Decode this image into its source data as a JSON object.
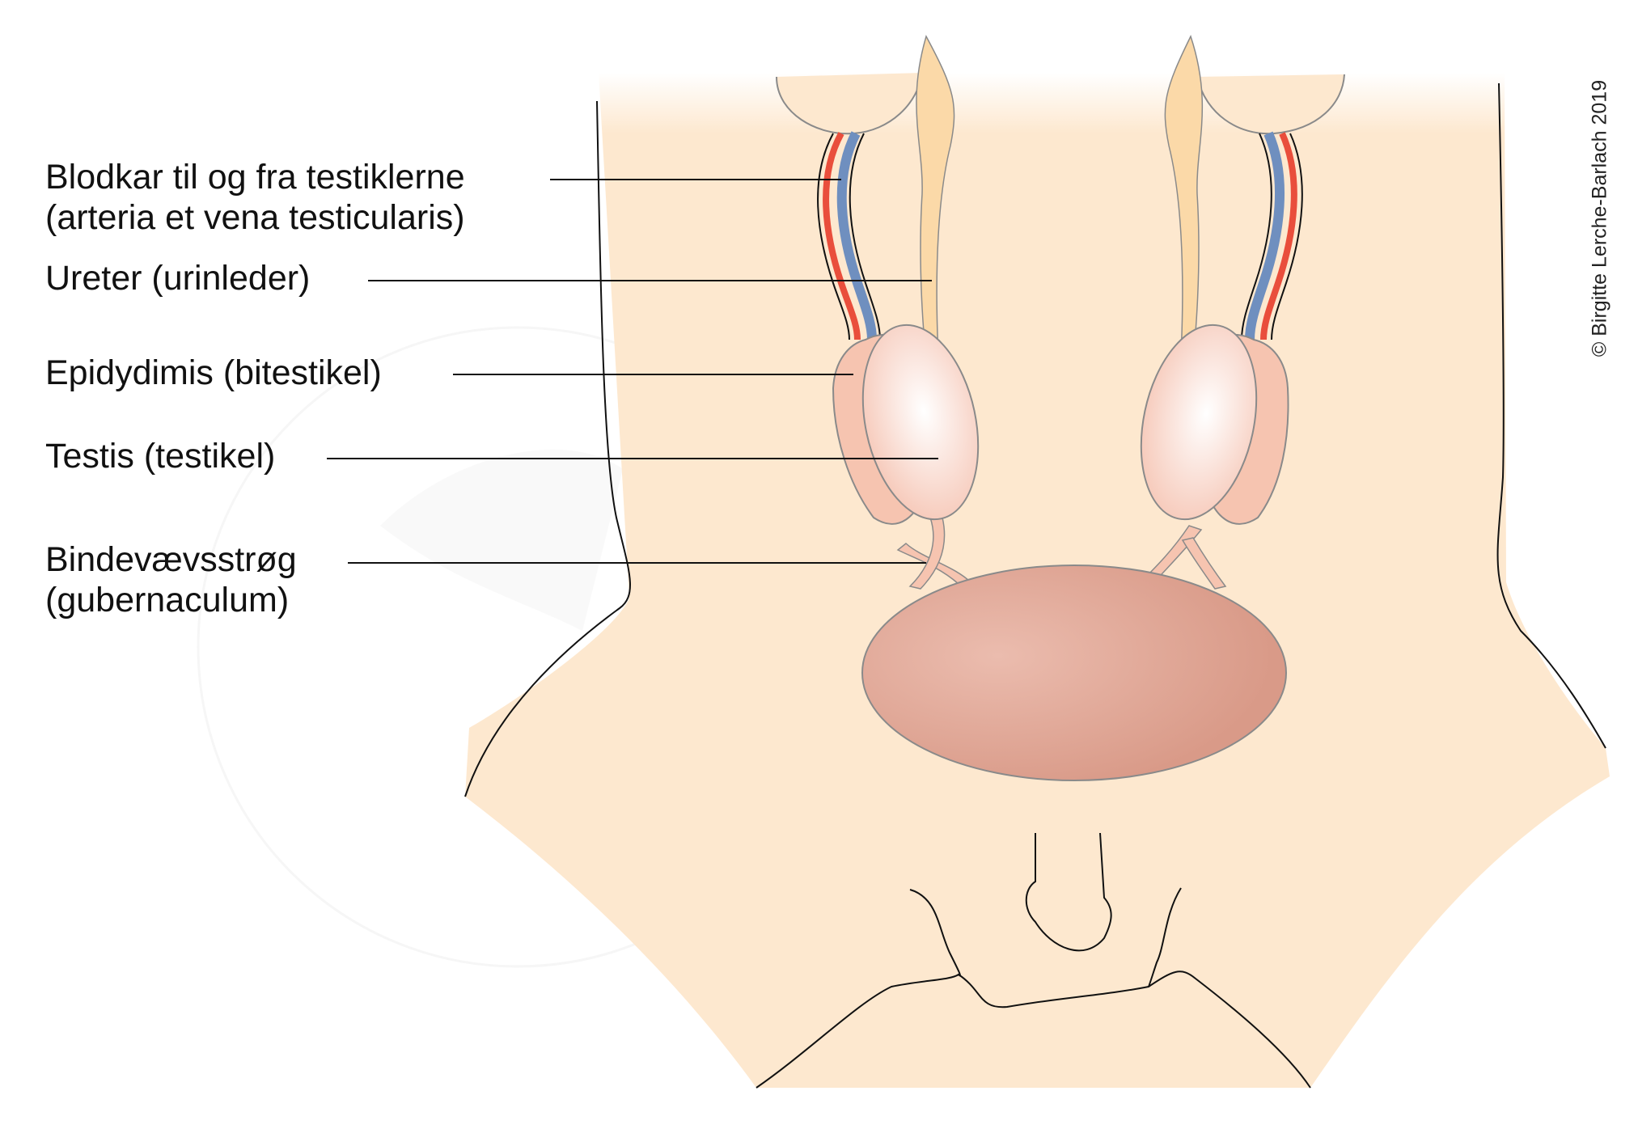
{
  "labels": {
    "vessels_line1": "Blodkar til og fra testiklerne",
    "vessels_line2": "(arteria et vena testicularis)",
    "ureter": "Ureter (urinleder)",
    "epididymis": "Epidydimis (bitestikel)",
    "testis": "Testis (testikel)",
    "gubernaculum_line1": "Bindevævsstrøg",
    "gubernaculum_line2": "(gubernaculum)"
  },
  "copyright": "© Birgitte Lerche-Barlach 2019",
  "colors": {
    "skin": "#fde8cf",
    "ureter": "#fbd9a8",
    "artery": "#e94e3c",
    "vein": "#6f8fbf",
    "epididymis": "#f6c4b0",
    "testis": "#fbe0d6",
    "bladder": "#d99b89",
    "outline": "#8a8a8a"
  }
}
